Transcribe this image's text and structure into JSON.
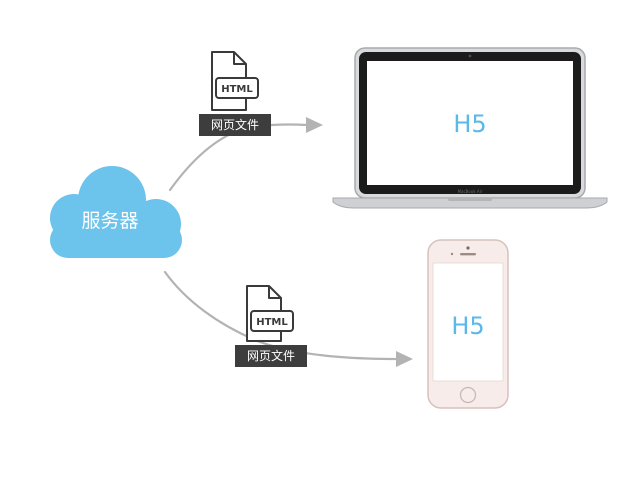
{
  "server": {
    "label": "服务器",
    "color": "#6cc3ec"
  },
  "files": [
    {
      "doc_label": "HTML",
      "badge_label": "网页文件"
    },
    {
      "doc_label": "HTML",
      "badge_label": "网页文件"
    }
  ],
  "devices": {
    "laptop": {
      "screen_text": "H5",
      "brand": "MacBook Air"
    },
    "phone": {
      "screen_text": "H5"
    }
  },
  "colors": {
    "arrow": "#b3b3b3",
    "badge_bg": "#3d3d3d",
    "screen_text": "#5bb8e8",
    "laptop_body": "#d3d4d6",
    "phone_body": "#f2e6e3"
  }
}
